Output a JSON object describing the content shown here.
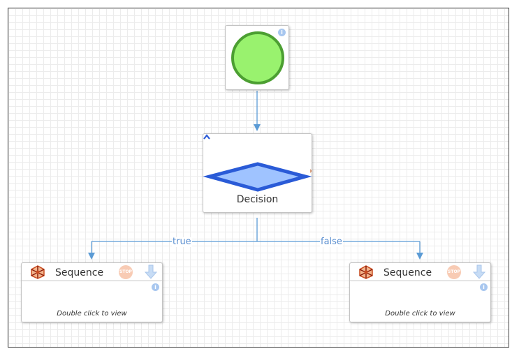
{
  "colors": {
    "connector": "#5b9bd5",
    "start_fill": "#99f26e",
    "start_stroke": "#4c9f32",
    "decision_fill": "#9fc3ff",
    "decision_stroke": "#2a5bd7"
  },
  "start": {
    "info_icon": "info-icon"
  },
  "decision": {
    "label": "Decision",
    "collapse_icon": "chevron-up-icon"
  },
  "branches": {
    "true_label": "true",
    "false_label": "false"
  },
  "sequences": [
    {
      "title": "Sequence",
      "hint": "Double click to view",
      "stop_label": "STOP"
    },
    {
      "title": "Sequence",
      "hint": "Double click to view",
      "stop_label": "STOP"
    }
  ]
}
